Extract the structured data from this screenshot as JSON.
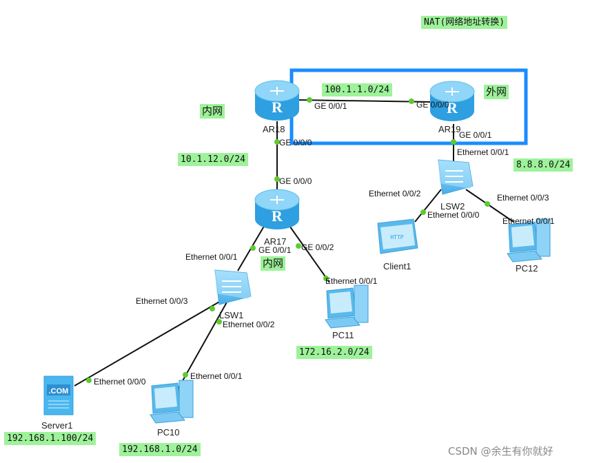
{
  "title": "NAT(网络地址转换)",
  "zones": {
    "inner_left": "内网",
    "inner_mid": "内网",
    "outer": "外网"
  },
  "subnets": {
    "wan": "100.1.1.0/24",
    "ar18_ar17": "10.1.12.0/24",
    "outside": "8.8.8.0/24",
    "pc11": "172.16.2.0/24",
    "server": "192.168.1.100/24",
    "pc10": "192.168.1.0/24"
  },
  "devices": {
    "ar18": "AR18",
    "ar19": "AR19",
    "ar17": "AR17",
    "lsw1": "LSW1",
    "lsw2": "LSW2",
    "server1": "Server1",
    "pc10": "PC10",
    "pc11": "PC11",
    "pc12": "PC12",
    "client1": "Client1"
  },
  "server_icon_text": ".COM",
  "client_icon_text": "HTTP",
  "ports": {
    "ar18_ge001": "GE 0/0/1",
    "ar19_ge000": "GE 0/0/0",
    "ar19_ge001": "GE 0/0/1",
    "lsw2_e001_up": "Ethernet 0/0/1",
    "ar18_ge000": "GE 0/0/0",
    "ar17_ge000": "GE 0/0/0",
    "lsw2_e002": "Ethernet 0/0/2",
    "client1_e000": "Ethernet 0/0/0",
    "lsw2_e003": "Ethernet 0/0/3",
    "pc12_e001": "Ethernet 0/0/1",
    "lsw1_e001": "Ethernet 0/0/1",
    "ar17_ge001": "GE 0/0/1",
    "ar17_ge002": "GE 0/0/2",
    "pc11_e001": "Ethernet 0/0/1",
    "lsw1_e003": "Ethernet 0/0/3",
    "lsw1_e002": "Ethernet 0/0/2",
    "server1_e000": "Ethernet 0/0/0",
    "pc10_e001": "Ethernet 0/0/1"
  },
  "colors": {
    "label_bg": "#9ef29a",
    "zone_box": "#1a8cff",
    "device": "#4ab6ee",
    "port_dot": "#5ecb2f"
  },
  "watermark": "CSDN @余生有你就好"
}
